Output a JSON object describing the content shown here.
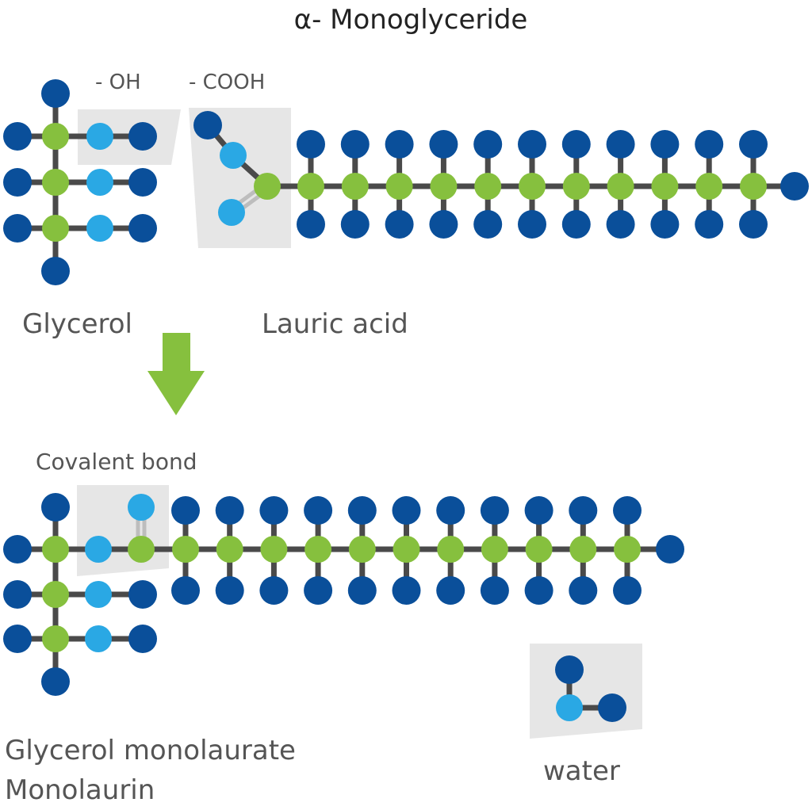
{
  "title": "α- Monoglyceride",
  "labels": {
    "oh_group": "- OH",
    "cooh_group": "- COOH",
    "glycerol": "Glycerol",
    "lauric_acid": "Lauric acid",
    "covalent_bond": "Covalent bond",
    "product_line1": "Glycerol monolaurate",
    "product_line2": "Monolaurin",
    "water": "water"
  },
  "colors": {
    "hydrogen": "#0a4f9a",
    "oxygen": "#2aa8e4",
    "carbon": "#86c03e",
    "bond": "#4a4a4a",
    "highlight_box": "#e6e6e6",
    "text": "#555555",
    "title_text": "#222222",
    "arrow": "#86c03e"
  }
}
